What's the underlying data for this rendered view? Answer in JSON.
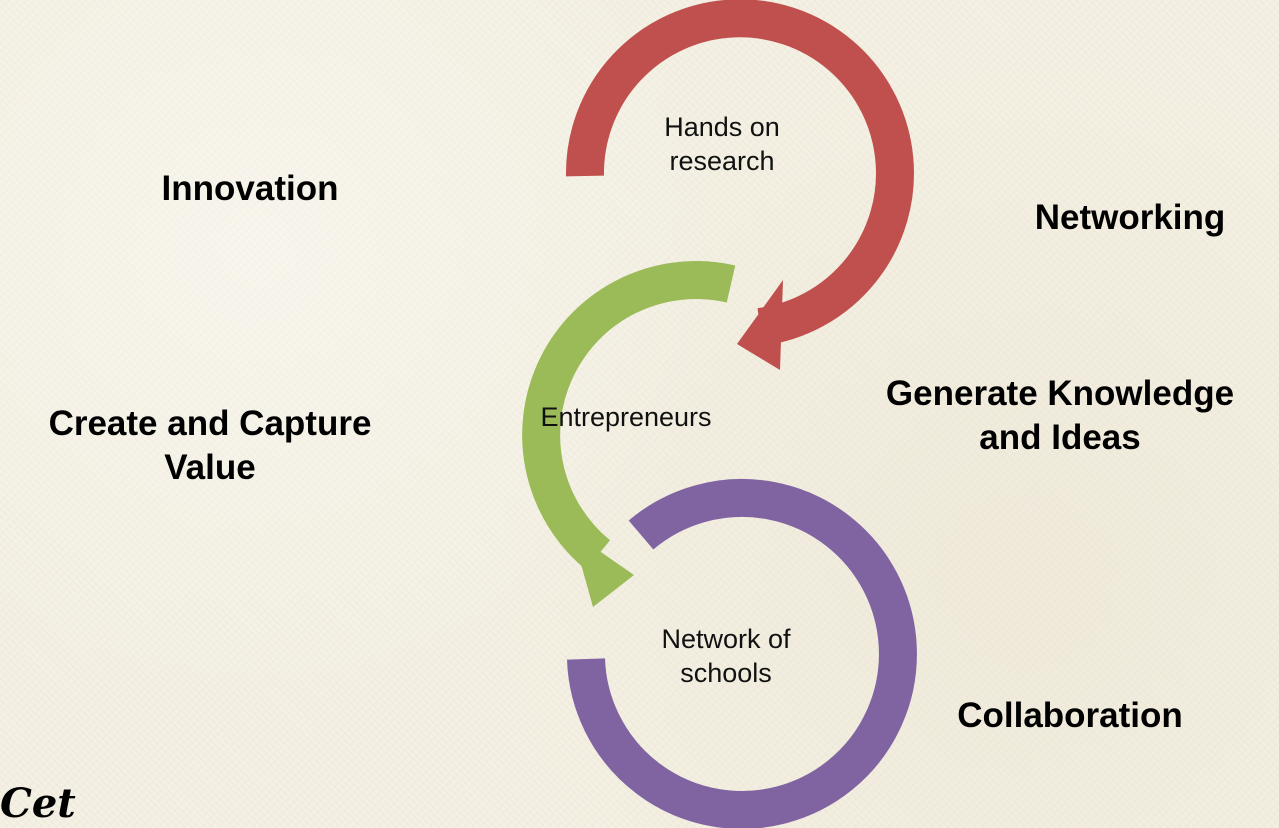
{
  "colors": {
    "red": "#c0504d",
    "green": "#9bbb59",
    "purple": "#8064a2"
  },
  "circles": [
    {
      "label_lines": [
        "Hands on",
        "research"
      ],
      "color": "red"
    },
    {
      "label_lines": [
        "Entrepreneurs"
      ],
      "color": "green"
    },
    {
      "label_lines": [
        "Network of",
        "schools"
      ],
      "color": "purple"
    }
  ],
  "side_labels": {
    "innovation": "Innovation",
    "networking": "Networking",
    "create_value": [
      "Create and Capture",
      "Value"
    ],
    "generate_knowledge": [
      "Generate Knowledge",
      "and Ideas"
    ],
    "collaboration": "Collaboration"
  },
  "logo_text": "Cet"
}
